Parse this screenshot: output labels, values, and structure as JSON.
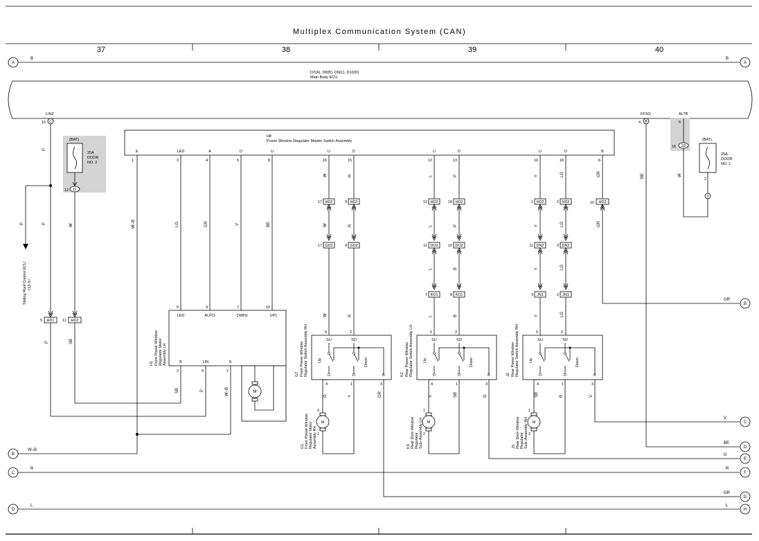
{
  "page": {
    "title": "Multiplex Communication System (CAN)",
    "columns": [
      "37",
      "38",
      "39",
      "40"
    ]
  },
  "terminals": {
    "A": "A",
    "B": "B",
    "C": "C",
    "D": "D",
    "E": "E",
    "F": "F",
    "G": "G",
    "H": "H"
  },
  "ecu": {
    "name_line1": "D7(A), D8(B), D9(C), D10(D)",
    "name_line2": "Main Body ECU",
    "pin_lin2": "LIN2",
    "pin_lin2_num": "10",
    "pin_lin2_conn": "C",
    "pin_ffso": "FFSO",
    "pin_ffso_num": "4",
    "pin_ffso_conn": "B",
    "pin_altb": "ALTB",
    "pin_altb_num": "6",
    "pin_altb_num2": "16",
    "pin_altb_conn": "1D"
  },
  "fuses": {
    "door2": {
      "bat": "(BAT)",
      "amp": "25A",
      "name1": "DOOR",
      "name2": "NO. 2",
      "pin": "12",
      "conn": "1L"
    },
    "door1": {
      "bat": "(BAT)",
      "amp": "25A",
      "name1": "DOOR",
      "name2": "NO. 1",
      "pin": "2",
      "conn": "2"
    }
  },
  "master_switch": {
    "code": "H8",
    "name": "Power Window Regulator Master Switch Assembly",
    "pins": [
      {
        "label": "E",
        "num": "1"
      },
      {
        "label": "LED",
        "num": "3"
      },
      {
        "label": "A",
        "num": "4"
      },
      {
        "label": "D",
        "num": "5"
      },
      {
        "label": "U",
        "num": "8"
      },
      {
        "label": "U",
        "num": "16"
      },
      {
        "label": "D",
        "num": "15"
      },
      {
        "label": "U",
        "num": "12"
      },
      {
        "label": "D",
        "num": "13"
      },
      {
        "label": "U",
        "num": "10"
      },
      {
        "label": "D",
        "num": "18"
      },
      {
        "label": "B",
        "num": "6"
      }
    ]
  },
  "wire_colors": {
    "P": "P",
    "W": "W",
    "WB": "W–B",
    "LG": "LG",
    "GR": "GR",
    "V": "V",
    "BE": "BE",
    "R": "R",
    "L": "L",
    "Y": "Y",
    "SB": "SB",
    "G": "G",
    "B": "B"
  },
  "connectors": {
    "HD2": "HD2",
    "HD1": "HD1",
    "GD2": "GD2",
    "DO2": "DO2",
    "DN2": "DN2",
    "KO1": "KO1",
    "JN1": "JN1",
    "n17": "17",
    "n9": "9",
    "n12": "12",
    "n18": "18",
    "n1": "1",
    "n2": "2",
    "n10": "10",
    "n11": "11",
    "n7": "7",
    "n8": "8",
    "n3": "3",
    "n5": "5"
  },
  "sliding_roof": {
    "line1": "Sliding Roof Control ECU",
    "line2": "<12-3>"
  },
  "regulator_h1": {
    "code": "H1",
    "line1": "Front Power Window",
    "line2": "Regulator Motor",
    "line3": "Assembly LH",
    "pins_top": [
      {
        "label": "LED",
        "num": "5"
      },
      {
        "label": "AUTO",
        "num": "4"
      },
      {
        "label": "DWN1",
        "num": "7"
      },
      {
        "label": "UP1",
        "num": "10"
      }
    ],
    "pins_bottom": [
      {
        "label": "B",
        "num": "2"
      },
      {
        "label": "LIN",
        "num": "9"
      },
      {
        "label": "E",
        "num": "1"
      }
    ],
    "motor": "M"
  },
  "switches": [
    {
      "code": "G7",
      "line1": "Front Power Window",
      "line2": "Regulator Switch Assembly RH",
      "su": "SU",
      "sd": "SD",
      "u": "U",
      "d": "D",
      "b": "B",
      "up": "Up",
      "down": "Down",
      "p5": "5",
      "p2": "2",
      "p4": "4",
      "p1": "1",
      "p3": "3"
    },
    {
      "code": "K2",
      "line1": "Rear Power Window",
      "line2": "Regulator Switch Assembly LH",
      "su": "SU",
      "sd": "SD",
      "u": "U",
      "d": "D",
      "b": "B",
      "up": "Up",
      "down": "Down",
      "p5": "5",
      "p2": "2",
      "p4": "4",
      "p1": "1",
      "p3": "3"
    },
    {
      "code": "J2",
      "line1": "Rear Power Window",
      "line2": "Regulator Switch Assembly RH",
      "su": "SU",
      "sd": "SD",
      "u": "U",
      "d": "D",
      "b": "B",
      "up": "Up",
      "down": "Down",
      "p5": "5",
      "p2": "2",
      "p4": "4",
      "p1": "1",
      "p3": "3"
    }
  ],
  "motors": [
    {
      "code": "G1",
      "line1": "Front Power Window",
      "line2": "Regulator Motor",
      "line3": "Assembly RH",
      "m": "M",
      "p2": "2",
      "p1": "1"
    },
    {
      "code": "K3",
      "line1": "Rear Door Window",
      "line2": "Regulator",
      "line3": "Sub–Assembly LH",
      "m": "M",
      "p2": "1",
      "p1": "2"
    },
    {
      "code": "J3",
      "line1": "Rear Door Window",
      "line2": "Regulator",
      "line3": "Sub–Assembly RH",
      "m": "M",
      "p2": "1",
      "p1": "2"
    }
  ]
}
